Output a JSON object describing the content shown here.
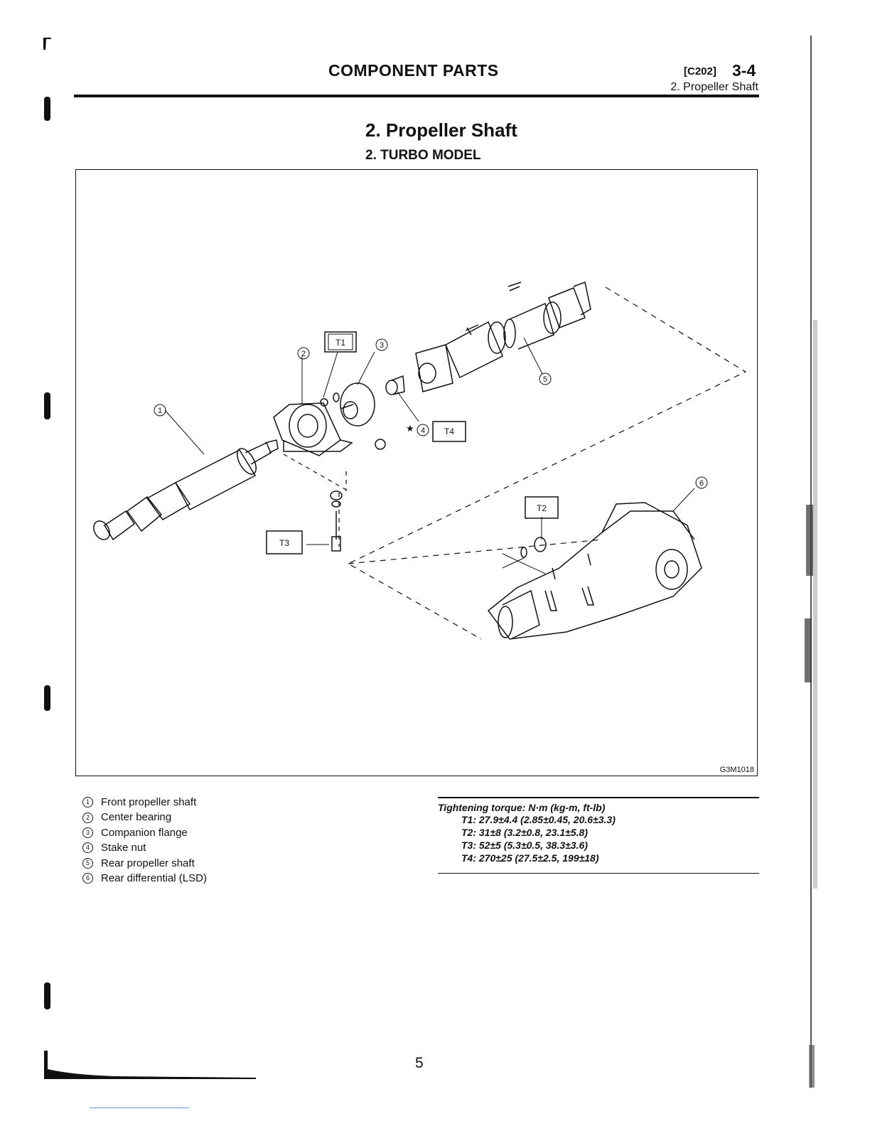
{
  "header": {
    "title": "COMPONENT PARTS",
    "section_code": "[C202]",
    "section_number": "3-4",
    "subtitle": "2. Propeller Shaft"
  },
  "page": {
    "heading": "2. Propeller Shaft",
    "subheading": "2. TURBO MODEL",
    "page_number": "5"
  },
  "figure": {
    "code": "G3M1018",
    "torque_tags": [
      "T1",
      "T2",
      "T3",
      "T4"
    ],
    "callouts": [
      "1",
      "2",
      "3",
      "4",
      "5",
      "6"
    ],
    "star_marker": "★"
  },
  "legend": [
    {
      "num": "1",
      "label": "Front propeller shaft"
    },
    {
      "num": "2",
      "label": "Center bearing"
    },
    {
      "num": "3",
      "label": "Companion flange"
    },
    {
      "num": "4",
      "label": "Stake nut"
    },
    {
      "num": "5",
      "label": "Rear propeller shaft"
    },
    {
      "num": "6",
      "label": "Rear differential (LSD)"
    }
  ],
  "torque": {
    "heading": "Tightening torque: N·m (kg-m, ft-lb)",
    "rows": [
      "T1: 27.9±4.4 (2.85±0.45, 20.6±3.3)",
      "T2: 31±8 (3.2±0.8, 23.1±5.8)",
      "T3: 52±5 (5.3±0.5, 38.3±3.6)",
      "T4: 270±25 (27.5±2.5, 199±18)"
    ]
  }
}
